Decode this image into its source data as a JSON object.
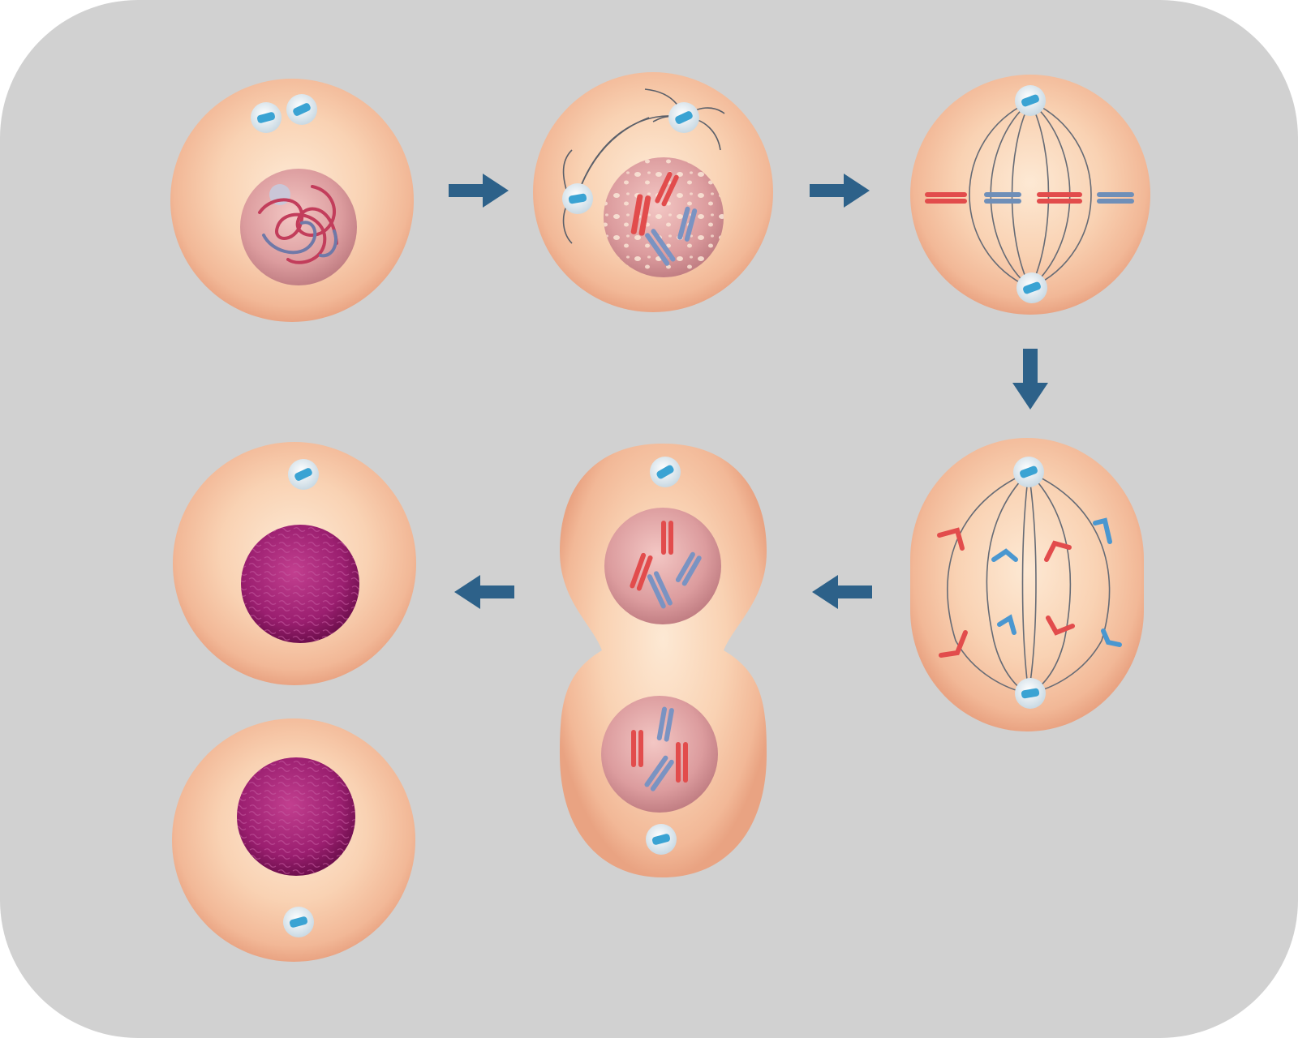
{
  "diagram": {
    "stages": [
      {
        "id": "interphase"
      },
      {
        "id": "prophase"
      },
      {
        "id": "metaphase"
      },
      {
        "id": "anaphase"
      },
      {
        "id": "telophase"
      },
      {
        "id": "cytokinesis"
      }
    ],
    "flow": [
      "interphase",
      "prophase",
      "metaphase",
      "anaphase",
      "telophase",
      "cytokinesis"
    ]
  },
  "colors": {
    "panel": "#d1d1d1",
    "arrow": "#2d6189",
    "cell_outer": "#f6c9a8",
    "cell_center": "#fde6cf",
    "nucleus_pink": "#e7a6a6",
    "nucleus_magenta": "#9b1f70",
    "chromosome_red": "#e24c4c",
    "chromosome_blue": "#7a93c2",
    "spindle": "#666b75",
    "centriole": "#3aa3d3"
  }
}
